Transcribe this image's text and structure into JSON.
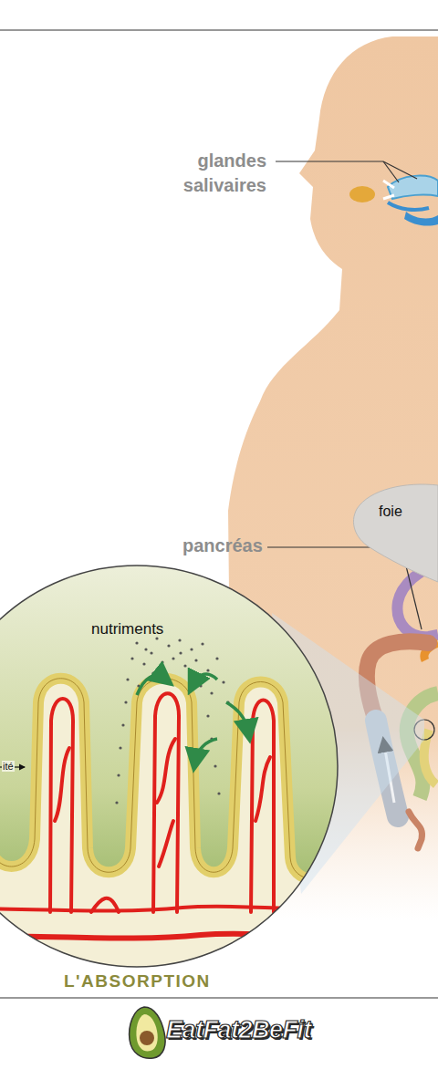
{
  "diagram": {
    "nodes": [
      {
        "text": [
          "foie"
        ]
      },
      {
        "text": [
          "nutriments",
          "ité",
          "L'ABSORPTION"
        ]
      }
    ],
    "labels": [
      "glandes salivaires",
      "pancréas",
      "EatFat2BeFit"
    ]
  }
}
